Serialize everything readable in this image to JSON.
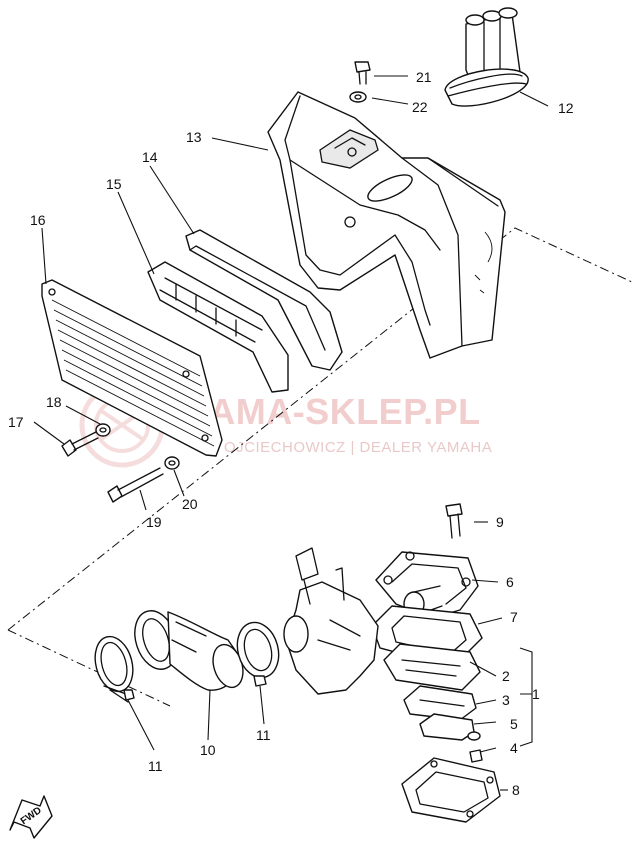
{
  "watermark": {
    "title": "YAMA-SKLEP.PL",
    "subtitle": "OJCIECHOWICZ | DEALER YAMAHA"
  },
  "fwd_label": "FWD",
  "callouts": [
    "1",
    "2",
    "3",
    "4",
    "5",
    "6",
    "7",
    "8",
    "9",
    "10",
    "11",
    "11",
    "12",
    "13",
    "14",
    "15",
    "16",
    "17",
    "18",
    "19",
    "20",
    "21",
    "22"
  ]
}
